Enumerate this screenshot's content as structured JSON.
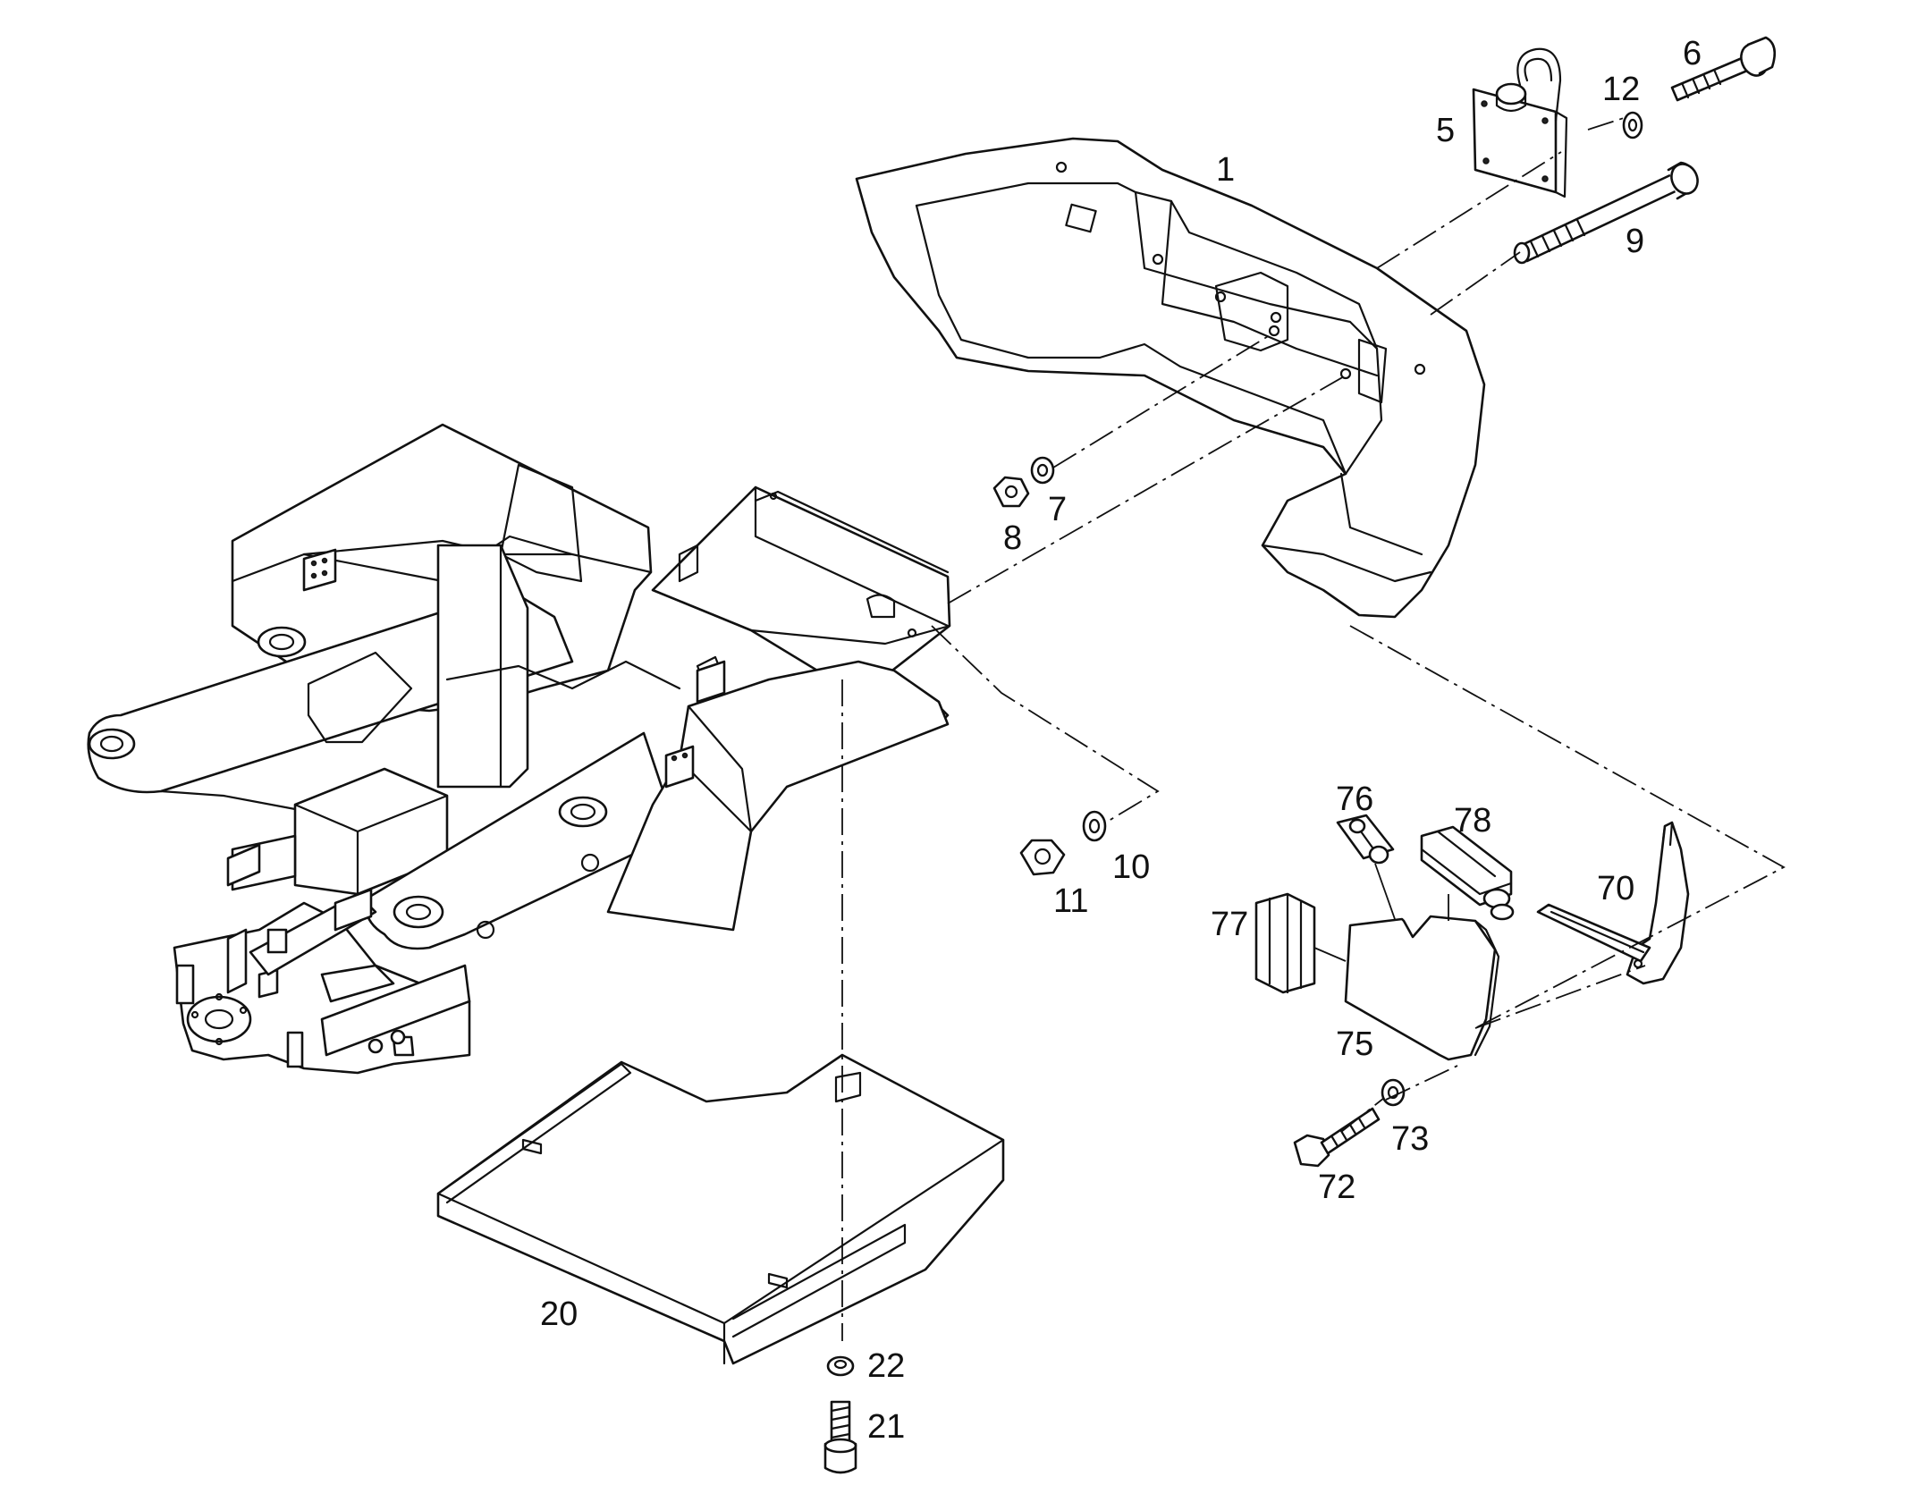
{
  "diagram": {
    "type": "exploded-parts-drawing",
    "callouts": [
      {
        "id": "1",
        "label": "1"
      },
      {
        "id": "5",
        "label": "5"
      },
      {
        "id": "6",
        "label": "6"
      },
      {
        "id": "7",
        "label": "7"
      },
      {
        "id": "8",
        "label": "8"
      },
      {
        "id": "9",
        "label": "9"
      },
      {
        "id": "10",
        "label": "10"
      },
      {
        "id": "11",
        "label": "11"
      },
      {
        "id": "12",
        "label": "12"
      },
      {
        "id": "20",
        "label": "20"
      },
      {
        "id": "21",
        "label": "21"
      },
      {
        "id": "22",
        "label": "22"
      },
      {
        "id": "70",
        "label": "70"
      },
      {
        "id": "72",
        "label": "72"
      },
      {
        "id": "73",
        "label": "73"
      },
      {
        "id": "75",
        "label": "75"
      },
      {
        "id": "76",
        "label": "76"
      },
      {
        "id": "77",
        "label": "77"
      },
      {
        "id": "78",
        "label": "78"
      }
    ]
  }
}
